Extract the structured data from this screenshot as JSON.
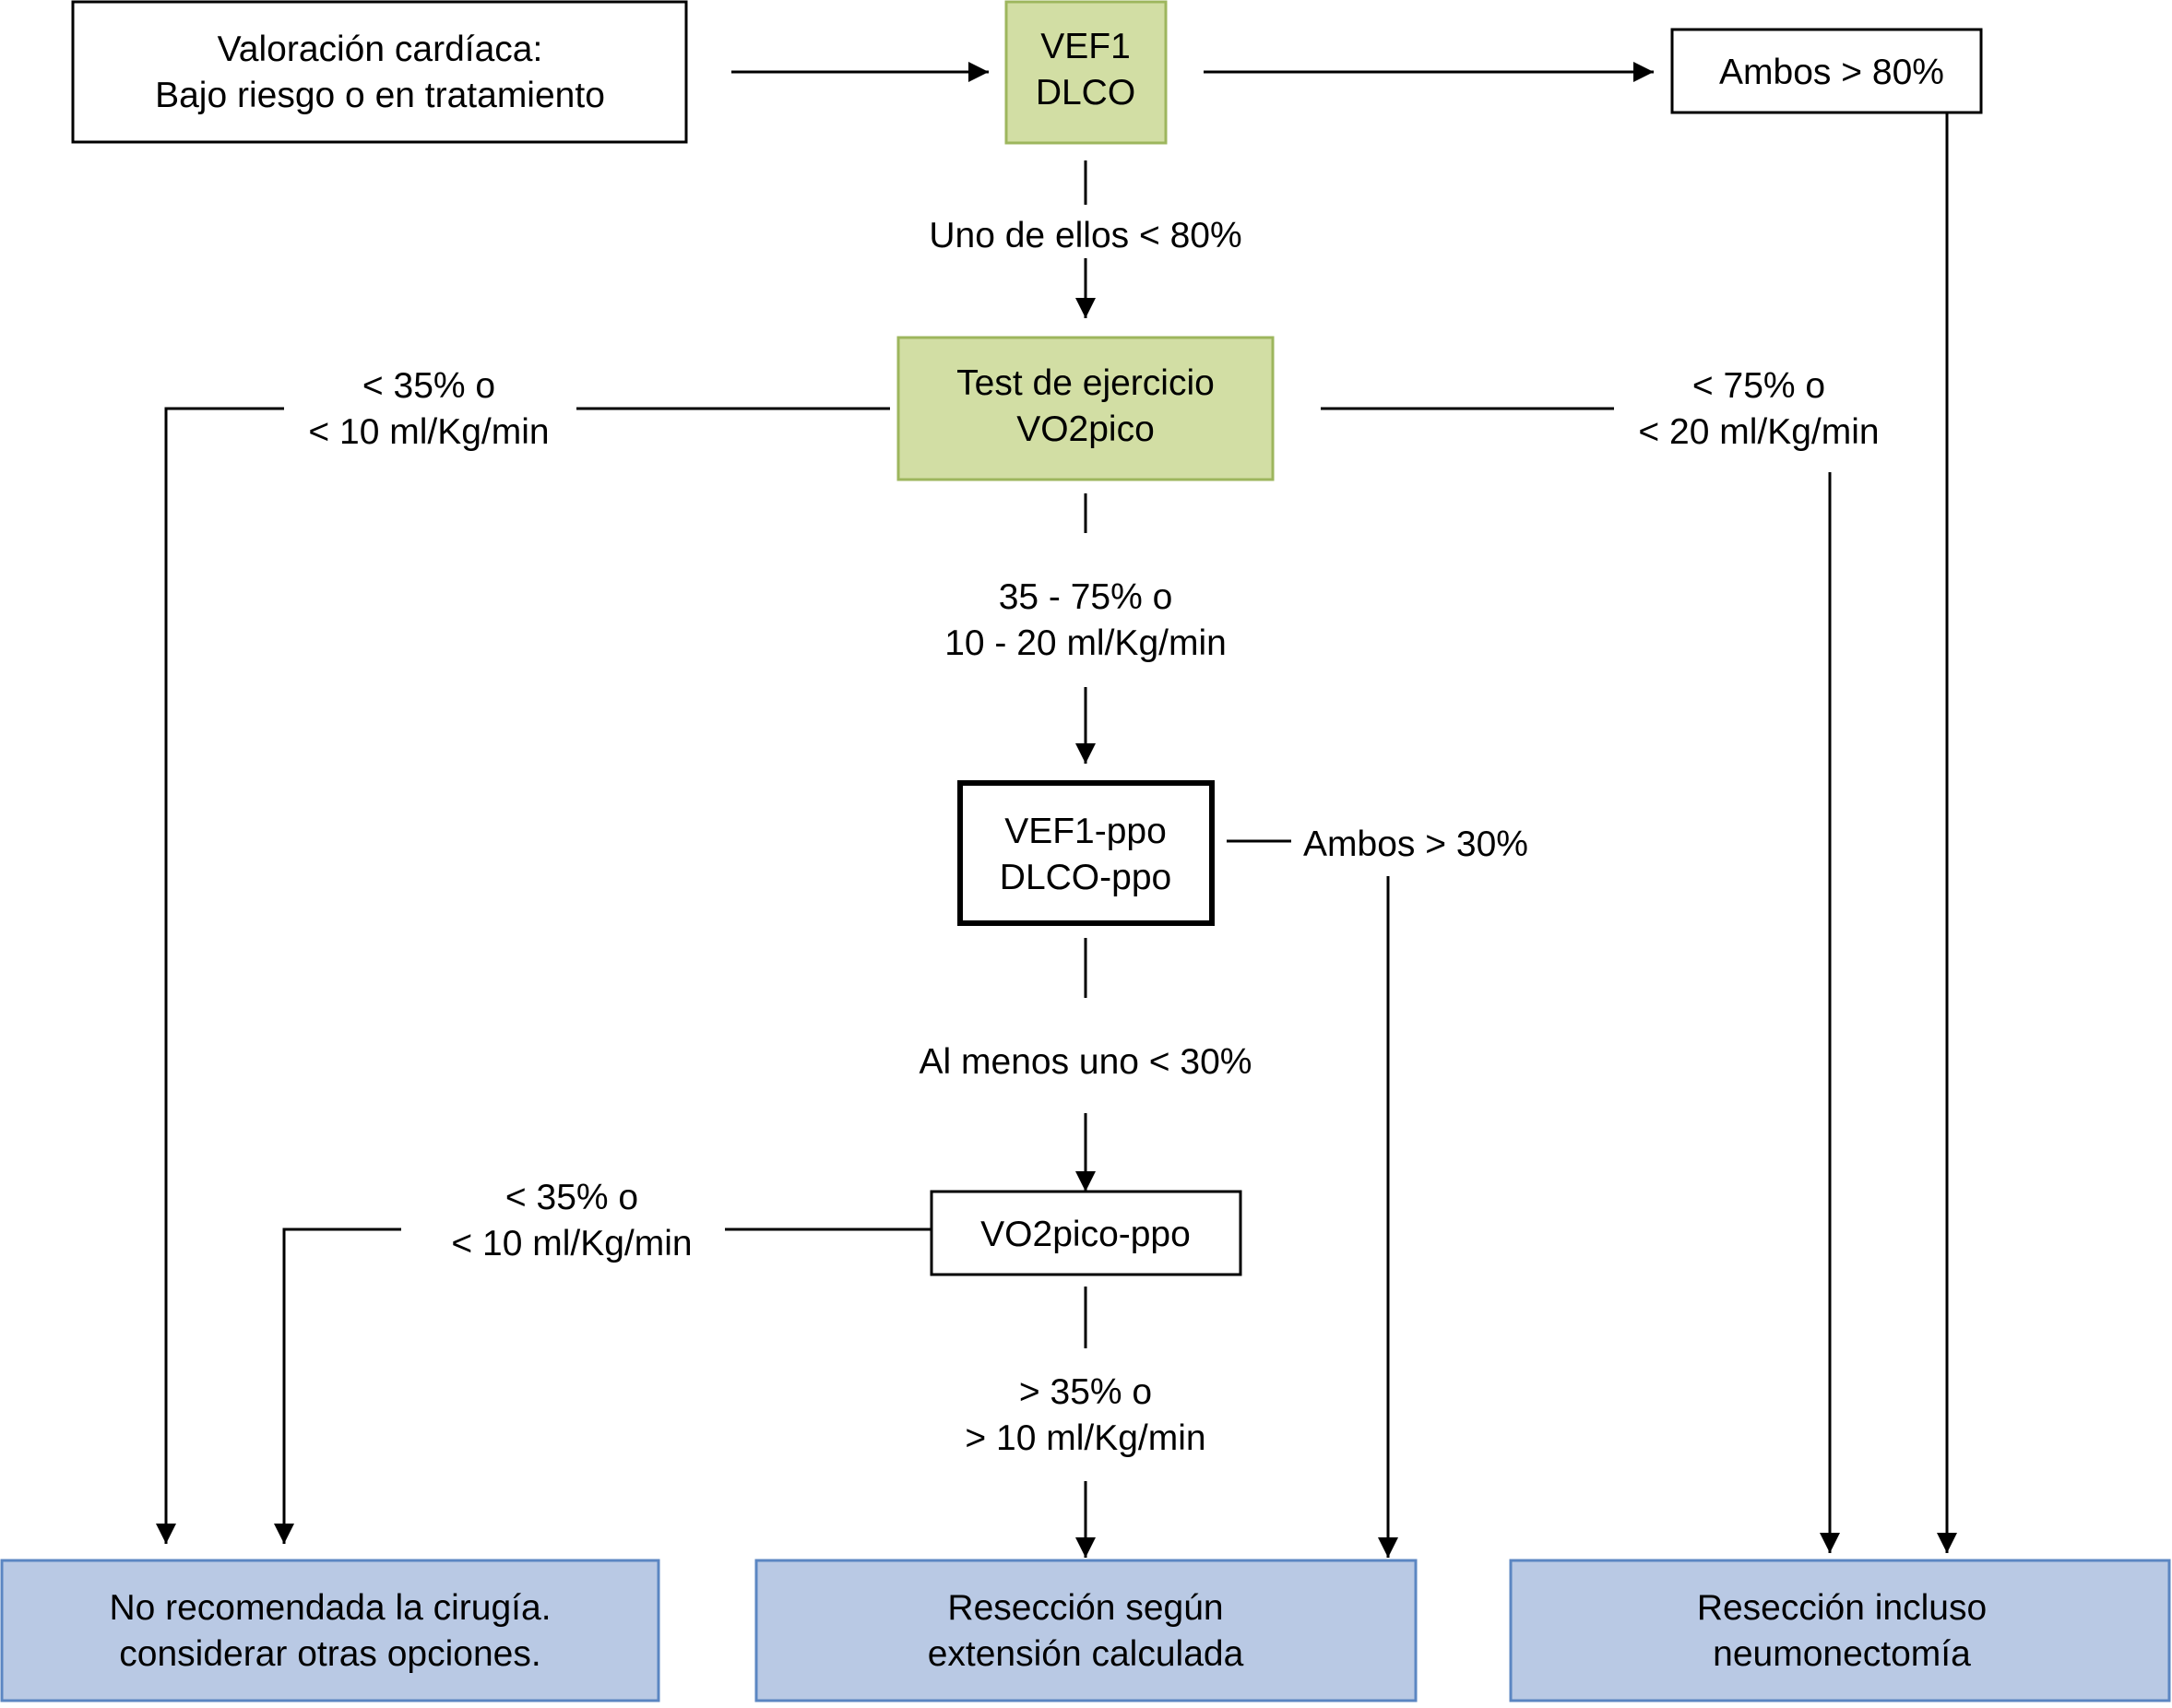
{
  "colors": {
    "green_fill": "#d2dea4",
    "green_stroke": "#9db65d",
    "blue_fill": "#b9c9e4",
    "blue_stroke": "#5b86c2",
    "line": "#000000"
  },
  "nodes": {
    "cardiac": [
      "Valoración cardíaca:",
      "Bajo riesgo o en tratamiento"
    ],
    "vef1_dlco": [
      "VEF1",
      "DLCO"
    ],
    "both_80": [
      "Ambos > 80%"
    ],
    "exercise": [
      "Test de ejercicio",
      "VO2pico"
    ],
    "ppo": [
      "VEF1-ppo",
      "DLCO-ppo"
    ],
    "vo2_ppo": [
      "VO2pico-ppo"
    ],
    "no_surgery": [
      "No recomendada la cirugía.",
      "considerar otras opciones."
    ],
    "resection_calc": [
      "Resección según",
      "extensión calculada"
    ],
    "resection_pneumo": [
      "Resección incluso",
      "neumonectomía"
    ]
  },
  "labels": {
    "one_below_80": [
      "Uno de ellos < 80%"
    ],
    "ex_low": [
      "< 35% o",
      "< 10 ml/Kg/min"
    ],
    "ex_high": [
      "< 75% o",
      "< 20 ml/Kg/min"
    ],
    "ex_mid": [
      "35 - 75% o",
      "10 - 20 ml/Kg/min"
    ],
    "both_30": [
      "Ambos > 30%"
    ],
    "at_least_one_30": [
      "Al menos uno < 30%"
    ],
    "vo2_low": [
      "< 35% o",
      "< 10 ml/Kg/min"
    ],
    "vo2_high": [
      "> 35% o",
      "> 10 ml/Kg/min"
    ]
  }
}
